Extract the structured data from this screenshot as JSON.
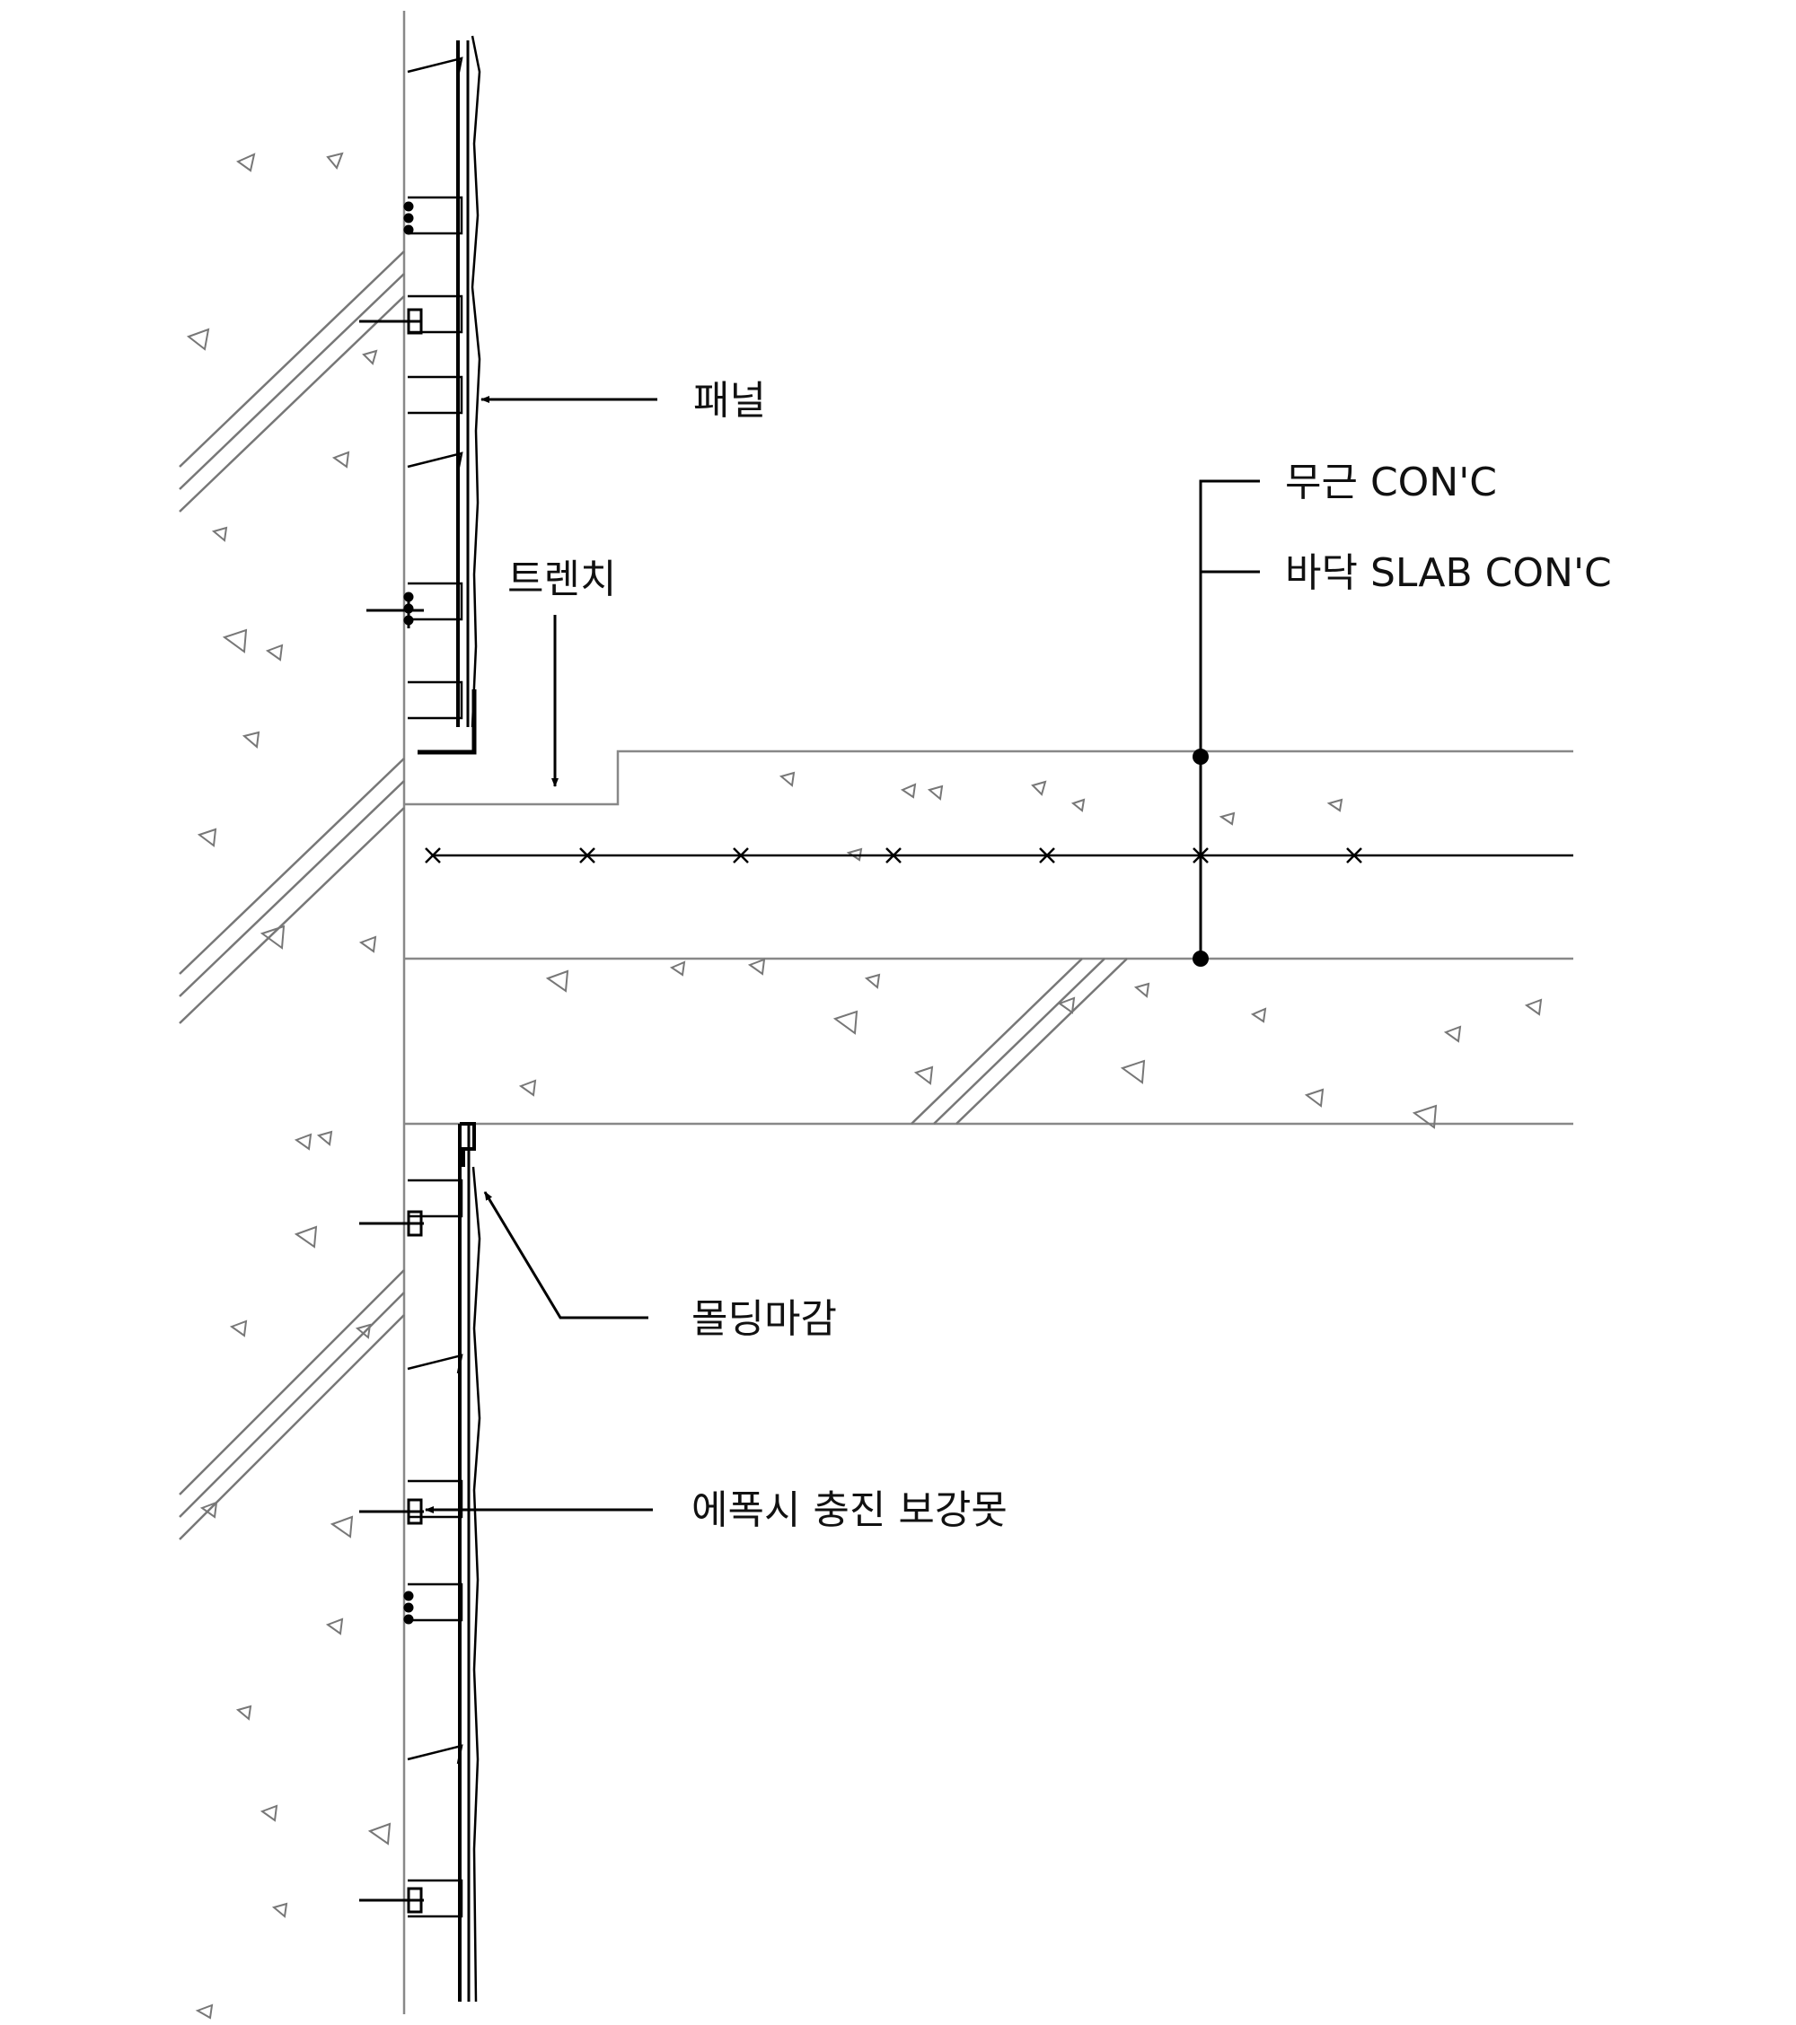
{
  "labels": {
    "panel": "패널",
    "trench": "트렌치",
    "plain_conc": "무근 CON'C",
    "floor_slab_conc": "바닥 SLAB CON'C",
    "molding_finish": "몰딩마감",
    "epoxy_anchor": "에폭시 충진 보강못"
  },
  "colors": {
    "line": "#000000",
    "light_line": "#777777",
    "text": "#111111"
  }
}
